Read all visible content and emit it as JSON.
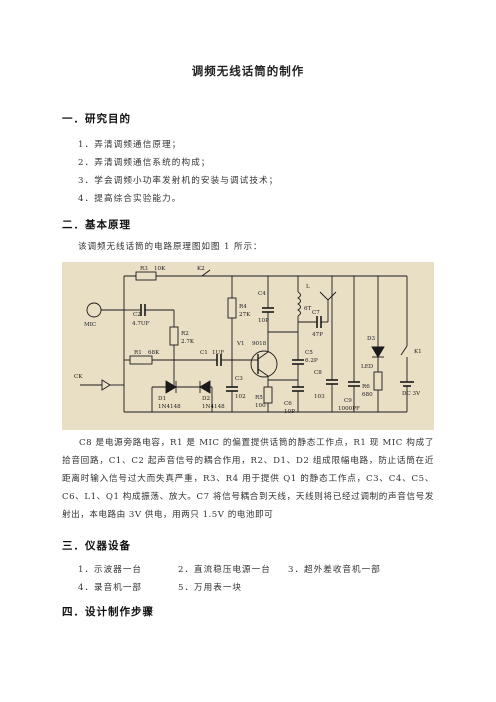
{
  "title": "调频无线话筒的制作",
  "sections": {
    "s1": {
      "heading": "一．研究目的",
      "items": [
        "1．弄清调频通信原理；",
        "2．弄清调频通信系统的构成；",
        "3．学会调频小功率发射机的安装与调试技术；",
        "4．提高综合实验能力。"
      ]
    },
    "s2": {
      "heading": "二．基本原理",
      "intro": "该调频无线话筒的电路原理图如图 1 所示：",
      "description": "C8 是电源旁路电容，R1 是 MIC 的偏置提供话筒的静态工作点，R1 现 MIC 构成了拾音回路，C1、C2 起声音信号的耦合作用，R2、D1、D2 组成限幅电路，防止话筒在近距离时输入信号过大而失真严重，R3、R4 用于提供 Q1 的静态工作点，C3、C4、C5、C6、L1、Q1 构成振荡、放大。C7 将信号耦合到天线，天线则将已经过调制的声音信号发射出，本电路由 3V 供电，用两只 1.5V 的电池即可"
    },
    "s3": {
      "heading": "三．仪器设备",
      "row1": [
        "1．示波器一台",
        "2．直流稳压电源一台",
        "3．超外差收音机一部"
      ],
      "row2": [
        "4．录音机一部",
        "5．万用表一块"
      ]
    },
    "s4": {
      "heading": "四．设计制作步骤"
    }
  },
  "circuit": {
    "labels": {
      "r3": "R3",
      "r3v": "10K",
      "k2": "K2",
      "mic": "MIC",
      "c2": "C2",
      "c2v": "4.7UF",
      "r2": "R2",
      "r2v": "2.7K",
      "r4": "R4",
      "r4v": "27K",
      "c4": "C4",
      "c4v": "10P",
      "l": "L",
      "lv": "6T",
      "c7": "C7",
      "c7v": "47P",
      "r1": "R1",
      "r1v": "68K",
      "c1": "C1",
      "c1v": "1UF",
      "v1": "V1",
      "v1v": "9018",
      "c5": "C5",
      "c5v": "6.2P",
      "ck": "CK",
      "d1": "D1",
      "d1v": "1N4148",
      "d2": "D2",
      "d2v": "1N4148",
      "c3": "C3",
      "c3v": "102",
      "r5": "R5",
      "r5v": "100",
      "c6": "C6",
      "c6v": "10P",
      "c8": "C8",
      "c8v": "103",
      "d3": "D3",
      "d3v": "LED",
      "r6": "R6",
      "r6v": "680",
      "c9": "C9",
      "c9v": "1000PF",
      "k1": "K1",
      "dc": "DC 3V"
    }
  }
}
